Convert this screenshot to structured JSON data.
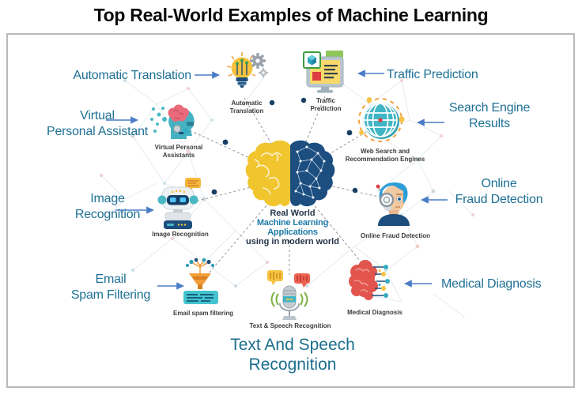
{
  "title": "Top Real-World Examples of Machine Learning",
  "center": {
    "line1": "Real World",
    "line2": "Machine Learning Applications",
    "line3": "using in modern world"
  },
  "bottom_label": {
    "line1": "Text And Speech",
    "line2": "Recognition"
  },
  "items": {
    "automatic_translation": {
      "label": "Automatic Translation",
      "caption": "Automatic Translation",
      "icon": "lightbulb-gears-icon"
    },
    "traffic_prediction": {
      "label": "Traffic Prediction",
      "caption": "Traffic Prediction",
      "icon": "monitor-analytics-icon"
    },
    "virtual_personal_assistant": {
      "label_line1": "Virtual",
      "label_line2": "Personal Assistant",
      "caption": "Virtual Personal Assistants",
      "icon": "head-brain-icon"
    },
    "search_engine_results": {
      "label_line1": "Search Engine",
      "label_line2": "Results",
      "caption": "Web Search and Recommendation Engines",
      "icon": "globe-icon"
    },
    "image_recognition": {
      "label_line1": "Image",
      "label_line2": "Recognition",
      "caption": "Image Recognition",
      "icon": "robot-icon"
    },
    "online_fraud_detection": {
      "label_line1": "Online",
      "label_line2": "Fraud Detection",
      "caption": "Online Fraud Detection",
      "icon": "detective-face-icon"
    },
    "email_spam_filtering": {
      "label_line1": "Email",
      "label_line2": "Spam Filtering",
      "caption": "Email spam filtering",
      "icon": "funnel-inbox-icon"
    },
    "medical_diagnosis": {
      "label": "Medical Diagnosis",
      "caption": "Medical Diagnosis",
      "icon": "brain-circuit-icon"
    },
    "text_speech_recognition": {
      "caption": "Text & Speech Recognition",
      "icon": "microphone-speech-icon"
    }
  },
  "colors": {
    "label_teal": "#1e7095",
    "arrow_blue": "#4a7cc7",
    "center_navy": "#243447",
    "center_teal": "#1e7ba8",
    "brain_yellow": "#f0c52e",
    "brain_navy": "#1c4e80",
    "border_gray": "#bababa"
  }
}
